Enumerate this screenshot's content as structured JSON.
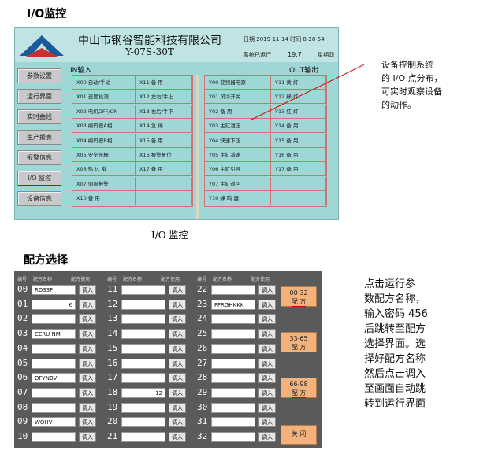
{
  "section1_title": "I/O监控",
  "section2_title": "配方选择",
  "caption1": "I/O 监控",
  "hmi1": {
    "company": "中山市钢谷智能科技有限公司",
    "model": "Y-07S-30T",
    "date_label": "日期",
    "date_value": "2019-11-14",
    "time_label": "时间",
    "time_value": "8-28-54",
    "run_label": "系统已运行",
    "run_value": "19.7",
    "weekday": "星期四",
    "in_label": "IN输入",
    "out_label": "OUT输出",
    "side_buttons": [
      "参数设置",
      "运行界面",
      "实时曲线",
      "生产报表",
      "报警信息",
      "I/O 监控",
      "设备信息"
    ],
    "inputs_left": [
      "X00 自动/手动",
      "X01 速度检测",
      "X02 电机OFF/ON",
      "X03 编码器A相",
      "X04 编码器B相",
      "X05 安全光栅",
      "X06 热 过 载",
      "X07 伺服报警",
      "X10 备 用"
    ],
    "inputs_right": [
      "X11 备 用",
      "X12 左右/手上",
      "X13 右后/手下",
      "X14 急 停",
      "X15 备 用",
      "X16 报警复位",
      "X17 备 用",
      "",
      ""
    ],
    "outputs_left": [
      "Y00 变频器电源",
      "Y01 风冷开关",
      "Y02 备 用",
      "Y03 主缸泄压",
      "Y04 快速下压",
      "Y05 主缸减速",
      "Y06 主缸引导",
      "Y07 主缸返回",
      "Y10 蜂 鸣 器"
    ],
    "outputs_right": [
      "Y11 黄 灯",
      "Y12 绿 灯",
      "Y13 红 灯",
      "Y14 备 用",
      "Y15 备 用",
      "Y16 备 用",
      "Y17 备 用",
      "",
      ""
    ]
  },
  "note1": [
    "设备控制系统",
    "的 I/O 点分布，",
    "可实时观察设备",
    "的动作。"
  ],
  "hmi2": {
    "col_headers": [
      "编号",
      "配方名称",
      "配方使用"
    ],
    "call_label": "调入",
    "columns": [
      [
        {
          "n": "00",
          "name": "RD33F"
        },
        {
          "n": "01",
          "name": "€"
        },
        {
          "n": "02",
          "name": ""
        },
        {
          "n": "03",
          "name": "CERU NM"
        },
        {
          "n": "04",
          "name": ""
        },
        {
          "n": "05",
          "name": ""
        },
        {
          "n": "06",
          "name": "DFYNBV"
        },
        {
          "n": "07",
          "name": ""
        },
        {
          "n": "08",
          "name": ""
        },
        {
          "n": "09",
          "name": "WQHV"
        },
        {
          "n": "10",
          "name": ""
        }
      ],
      [
        {
          "n": "11",
          "name": ""
        },
        {
          "n": "12",
          "name": ""
        },
        {
          "n": "13",
          "name": ""
        },
        {
          "n": "14",
          "name": ""
        },
        {
          "n": "15",
          "name": ""
        },
        {
          "n": "16",
          "name": ""
        },
        {
          "n": "17",
          "name": ""
        },
        {
          "n": "18",
          "name": "12"
        },
        {
          "n": "19",
          "name": ""
        },
        {
          "n": "20",
          "name": ""
        },
        {
          "n": "21",
          "name": ""
        }
      ],
      [
        {
          "n": "22",
          "name": ""
        },
        {
          "n": "23",
          "name": "FFRGHKKK"
        },
        {
          "n": "24",
          "name": ""
        },
        {
          "n": "25",
          "name": ""
        },
        {
          "n": "26",
          "name": ""
        },
        {
          "n": "27",
          "name": ""
        },
        {
          "n": "28",
          "name": ""
        },
        {
          "n": "29",
          "name": ""
        },
        {
          "n": "30",
          "name": ""
        },
        {
          "n": "31",
          "name": ""
        },
        {
          "n": "32",
          "name": ""
        }
      ]
    ],
    "ranges": [
      {
        "top": "00-32",
        "bottom": "配 方"
      },
      {
        "top": "33-65",
        "bottom": "配 方"
      },
      {
        "top": "66-98",
        "bottom": "配 方"
      }
    ],
    "close_label": "关 闭"
  },
  "note2": [
    "点击运行参",
    "数配方名称，",
    "输入密码 456",
    "后跳转至配方",
    "选择界面。选",
    "择好配方名称",
    "然后点击调入",
    "至画面自动跳",
    "转到运行界面"
  ]
}
